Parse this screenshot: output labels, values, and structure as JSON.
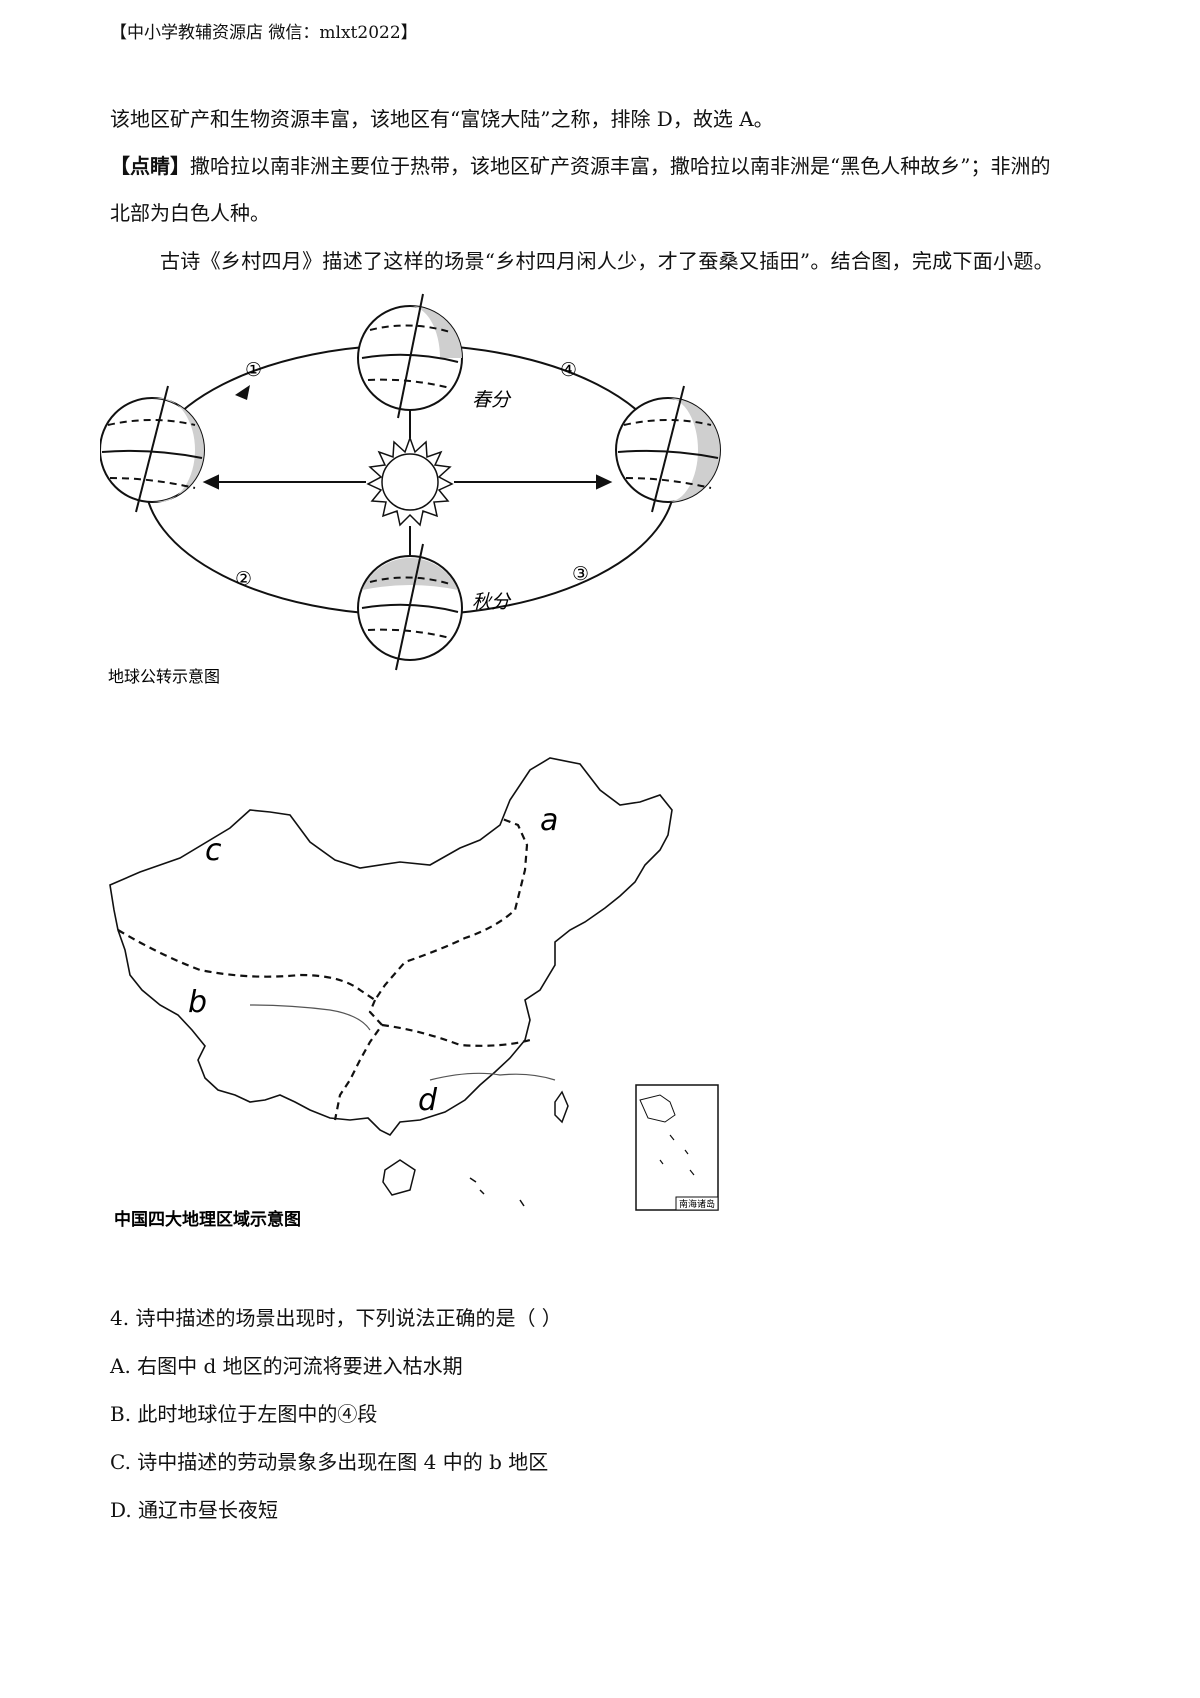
{
  "header": {
    "text": "【中小学教辅资源店  微信：mlxt2022】"
  },
  "paragraphs": {
    "p1": "该地区矿产和生物资源丰富，该地区有“富饶大陆”之称，排除 D，故选 A。",
    "p2_label": "【点睛】",
    "p2_text": "撒哈拉以南非洲主要位于热带，该地区矿产资源丰富，撒哈拉以南非洲是“黑色人种故乡”；非洲的",
    "p3": "北部为白色人种。",
    "p4": "古诗《乡村四月》描述了这样的场景“乡村四月闲人少，才了蚕桑又插田”。结合图，完成下面小题。"
  },
  "orbit_figure": {
    "caption": "地球公转示意图",
    "labels": {
      "spring": "春分",
      "autumn": "秋分",
      "seg1": "①",
      "seg2": "②",
      "seg3": "③",
      "seg4": "④"
    }
  },
  "map_figure": {
    "caption": "中国四大地理区域示意图",
    "regions": {
      "a": "a",
      "b": "b",
      "c": "c",
      "d": "d"
    },
    "inset_label": "南海诸岛"
  },
  "question": {
    "stem": "4.  诗中描述的场景出现时，下列说法正确的是（      ）",
    "options": [
      "A.  右图中 d 地区的河流将要进入枯水期",
      "B.  此时地球位于左图中的④段",
      "C.  诗中描述的劳动景象多出现在图 4 中的 b 地区",
      "D.  通辽市昼长夜短"
    ]
  }
}
